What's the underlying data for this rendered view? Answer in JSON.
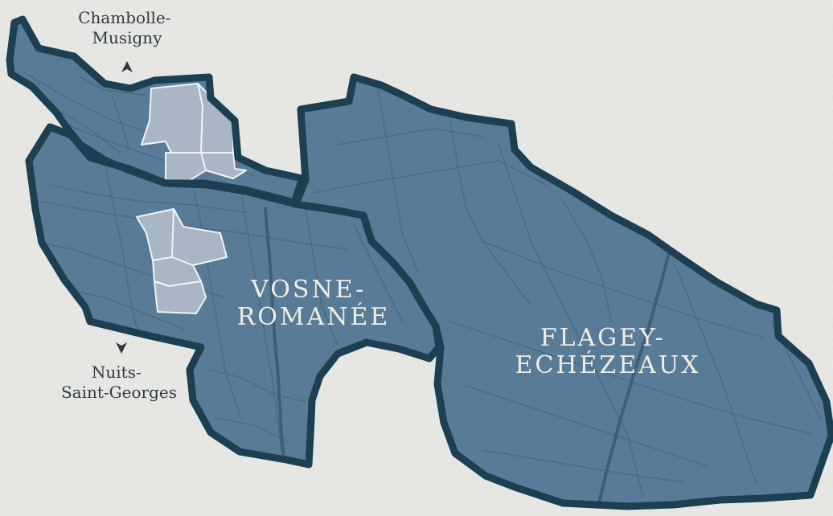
{
  "colors": {
    "paper": "#e9e9e6",
    "commune_fill": "#587b98",
    "commune_border": "#1d3f52",
    "road": "#46667f",
    "road_major": "#3d5b72",
    "vineyard_fill": "#a9b6c4",
    "vineyard_border": "#f1f3f4",
    "label_on_map": "#f1ede4",
    "label_off_map": "#2f3b44",
    "arrow": "#2f3b44"
  },
  "labels": {
    "vosne": [
      "VOSNE-",
      "ROMANÉE"
    ],
    "flagey": [
      "FLAGEY-",
      "ECHÉZEAUX"
    ],
    "chambolle": [
      "Chambolle-",
      "Musigny"
    ],
    "nuits": [
      "Nuits-",
      "Saint-Georges"
    ]
  },
  "icons": {
    "north": "arrow-up-icon",
    "south": "arrow-down-icon"
  }
}
